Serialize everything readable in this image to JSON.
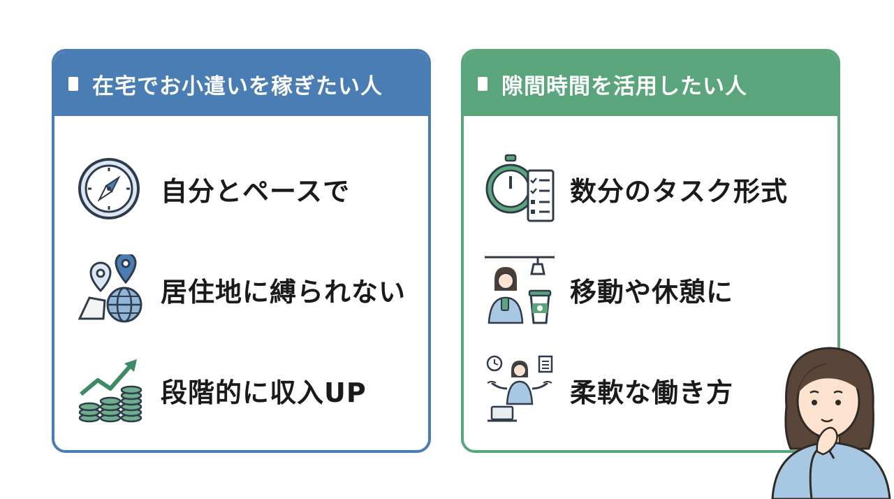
{
  "left_panel": {
    "title": "在宅でお小遣いを稼ぎたい人",
    "color": "#4a7db3",
    "items": [
      {
        "label": "自分とペースで",
        "icon": "compass-icon"
      },
      {
        "label": "居住地に縛られない",
        "icon": "map-globe-icon"
      },
      {
        "label": "段階的に収入UP",
        "icon": "growth-coins-icon"
      }
    ]
  },
  "right_panel": {
    "title": "隙間時間を活用したい人",
    "color": "#5aa57c",
    "items": [
      {
        "label": "数分のタスク形式",
        "icon": "stopwatch-checklist-icon"
      },
      {
        "label": "移動や休憩に",
        "icon": "commuter-coffee-icon"
      },
      {
        "label": "柔軟な働き方",
        "icon": "flexible-work-icon"
      }
    ]
  }
}
